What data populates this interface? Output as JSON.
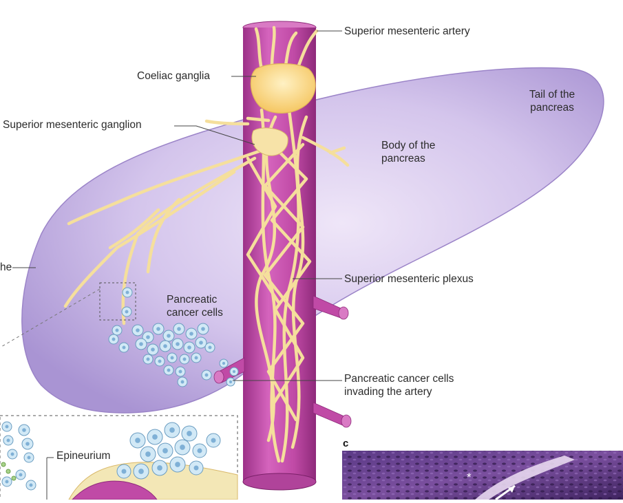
{
  "labels": {
    "superior_mesenteric_artery": "Superior mesenteric artery",
    "coeliac_ganglia": "Coeliac ganglia",
    "superior_mesenteric_ganglion": "Superior mesenteric ganglion",
    "tail_line1": "Tail of the",
    "tail_line2": "pancreas",
    "body_line1": "Body of the",
    "body_line2": "pancreas",
    "head_fragment": "he",
    "superior_mesenteric_plexus": "Superior mesenteric plexus",
    "pancreatic_cancer_line1": "Pancreatic",
    "pancreatic_cancer_line2": "cancer cells",
    "invading_line1": "Pancreatic cancer cells",
    "invading_line2": "invading the artery",
    "epineurium": "Epineurium",
    "panel_c": "c",
    "micro_star": "*"
  },
  "colors": {
    "pancreas_fill": "#c9b7e3",
    "pancreas_stroke": "#8a72b8",
    "artery": "#c04aa6",
    "artery_dark": "#8e2a7a",
    "nerve": "#f7e3a8",
    "nerve_stroke": "#d9b86a",
    "ganglion": "#ffd98a",
    "cell_fill": "#cfe6f4",
    "cell_stroke": "#6a9cc0",
    "micro_bg": "#4e2f74"
  }
}
